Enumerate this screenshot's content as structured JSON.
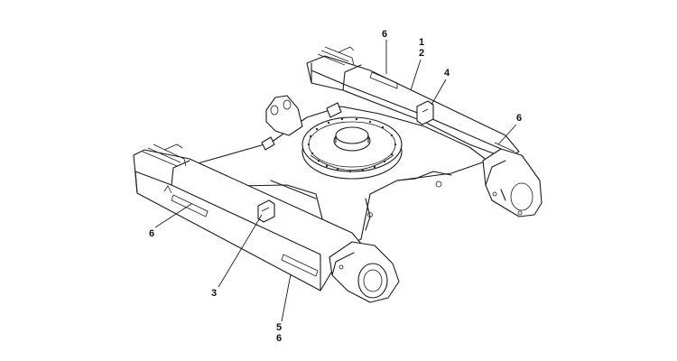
{
  "diagram": {
    "callouts": [
      {
        "id": "c6a",
        "label": "6"
      },
      {
        "id": "c1",
        "label": "1"
      },
      {
        "id": "c2",
        "label": "2"
      },
      {
        "id": "c4",
        "label": "4"
      },
      {
        "id": "c6b",
        "label": "6"
      },
      {
        "id": "c6c",
        "label": "6"
      },
      {
        "id": "c3",
        "label": "3"
      },
      {
        "id": "c5",
        "label": "5"
      },
      {
        "id": "c6d",
        "label": "6"
      }
    ]
  }
}
